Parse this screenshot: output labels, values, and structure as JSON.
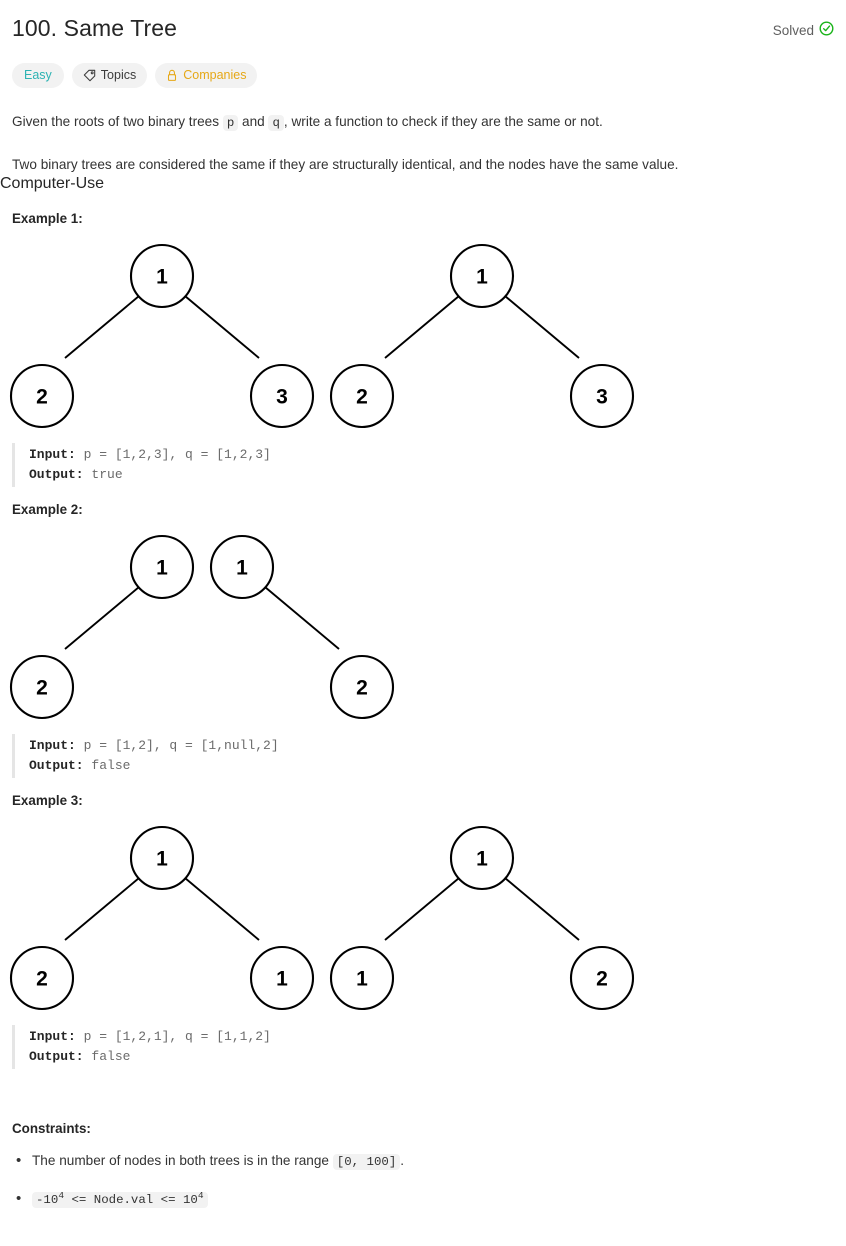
{
  "header": {
    "title": "100. Same Tree",
    "status_label": "Solved",
    "status_icon": "check-circle-icon",
    "status_color": "#19b319"
  },
  "tags": [
    {
      "label": "Easy",
      "icon": null,
      "color": "#2db3b3"
    },
    {
      "label": "Topics",
      "icon": "tag-icon",
      "color": "#3c3c3c"
    },
    {
      "label": "Companies",
      "icon": "lock-icon",
      "color": "#e6a817"
    }
  ],
  "description": {
    "para1_a": "Given the roots of two binary trees ",
    "para1_code1": "p",
    "para1_b": " and ",
    "para1_code2": "q",
    "para1_c": ", write a function to check if they are the same or not.",
    "para2": "Two binary trees are considered the same if they are structurally identical, and the nodes have the same value."
  },
  "examples": [
    {
      "heading": "Example 1:",
      "input_label": "Input:",
      "input_value": " p = [1,2,3], q = [1,2,3]",
      "output_label": "Output:",
      "output_value": " true"
    },
    {
      "heading": "Example 2:",
      "input_label": "Input:",
      "input_value": " p = [1,2], q = [1,null,2]",
      "output_label": "Output:",
      "output_value": " false"
    },
    {
      "heading": "Example 3:",
      "input_label": "Input:",
      "input_value": " p = [1,2,1], q = [1,1,2]",
      "output_label": "Output:",
      "output_value": " false"
    }
  ],
  "trees": {
    "example1": {
      "tree_p": {
        "nodes": [
          "1",
          "2",
          "3"
        ]
      },
      "tree_q": {
        "nodes": [
          "1",
          "2",
          "3"
        ]
      }
    },
    "example2": {
      "tree_p": {
        "nodes": [
          "1",
          "2"
        ]
      },
      "tree_q": {
        "nodes": [
          "1",
          "2"
        ]
      }
    },
    "example3": {
      "tree_p": {
        "nodes": [
          "1",
          "2",
          "1"
        ]
      },
      "tree_q": {
        "nodes": [
          "1",
          "1",
          "2"
        ]
      }
    }
  },
  "constraints": {
    "heading": "Constraints:",
    "item1_text": "The number of nodes in both trees is in the range ",
    "item1_code": "[0, 100]",
    "item1_suffix": ".",
    "item2_a": "-10",
    "item2_sup1": "4",
    "item2_b": " <= Node.val <= 10",
    "item2_sup2": "4"
  }
}
